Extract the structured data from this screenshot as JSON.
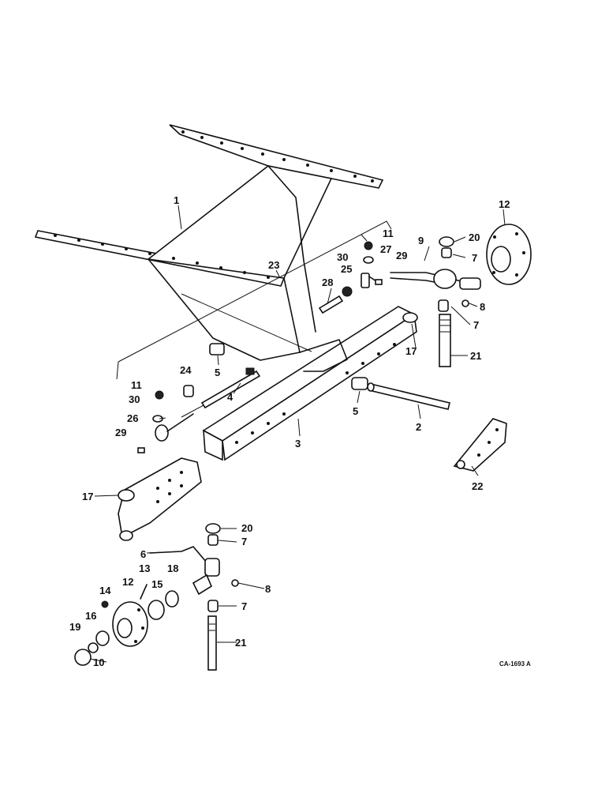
{
  "diagram": {
    "callouts": [
      "1",
      "2",
      "3",
      "4",
      "5",
      "5",
      "6",
      "7",
      "7",
      "7",
      "7",
      "8",
      "8",
      "9",
      "10",
      "11",
      "11",
      "12",
      "12",
      "13",
      "14",
      "15",
      "16",
      "17",
      "17",
      "18",
      "19",
      "20",
      "20",
      "21",
      "21",
      "22",
      "23",
      "24",
      "25",
      "26",
      "27",
      "28",
      "29",
      "29",
      "30",
      "30"
    ],
    "drawing_code": "CA-1693 A"
  }
}
